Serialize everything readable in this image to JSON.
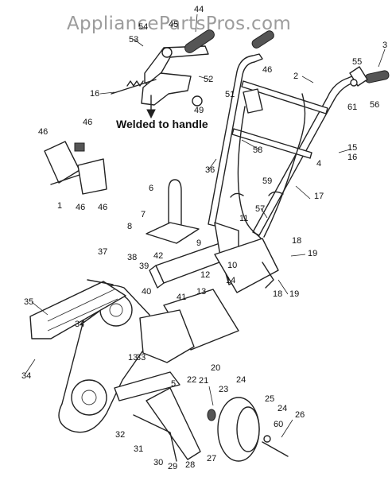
{
  "watermark": "AppliancePartsPros.com",
  "note": "Welded to handle",
  "callouts": {
    "c1": "1",
    "c2": "2",
    "c3": "3",
    "c4": "4",
    "c5": "5",
    "c6": "6",
    "c7": "7",
    "c8": "8",
    "c9": "9",
    "c10": "10",
    "c11": "11",
    "c12": "12",
    "c13a": "13",
    "c13b": "13",
    "c14": "14",
    "c15": "15",
    "c16a": "16",
    "c16b": "16",
    "c17": "17",
    "c18a": "18",
    "c18b": "18",
    "c19a": "19",
    "c19b": "19",
    "c20": "20",
    "c21": "21",
    "c22": "22",
    "c23": "23",
    "c24a": "24",
    "c24b": "24",
    "c25": "25",
    "c26": "26",
    "c27": "27",
    "c28": "28",
    "c29": "29",
    "c30": "30",
    "c31": "31",
    "c32": "32",
    "c33": "33",
    "c34a": "34",
    "c34b": "34",
    "c35": "35",
    "c36": "36",
    "c37": "37",
    "c38": "38",
    "c39": "39",
    "c40": "40",
    "c41": "41",
    "c42": "42",
    "c44": "44",
    "c45": "45",
    "c46a": "46",
    "c46b": "46",
    "c46c": "46",
    "c46d": "46",
    "c46e": "46",
    "c49": "49",
    "c51": "51",
    "c52": "52",
    "c53": "53",
    "c54": "54",
    "c55": "55",
    "c56": "56",
    "c57": "57",
    "c58": "58",
    "c59": "59",
    "c60": "60",
    "c61": "61"
  }
}
